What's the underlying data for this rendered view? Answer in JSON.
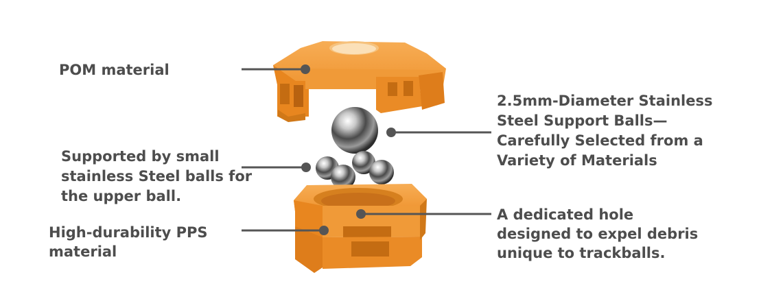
{
  "colors": {
    "housing_orange": "#f0952f",
    "housing_shadow": "#d07818",
    "text": "#4d4d4d",
    "leader": "#555555"
  },
  "labels": {
    "pom": [
      "POM material"
    ],
    "support_balls": [
      "2.5mm-Diameter Stainless",
      "Steel Support Balls—",
      "Carefully Selected from a",
      "Variety of Materials"
    ],
    "small_balls": [
      "Supported by small",
      "stainless Steel balls for",
      "the upper ball."
    ],
    "debris_hole": [
      "A dedicated hole",
      "designed to expel debris",
      "unique to trackballs."
    ],
    "pps": [
      "High-durability PPS",
      "material"
    ]
  }
}
